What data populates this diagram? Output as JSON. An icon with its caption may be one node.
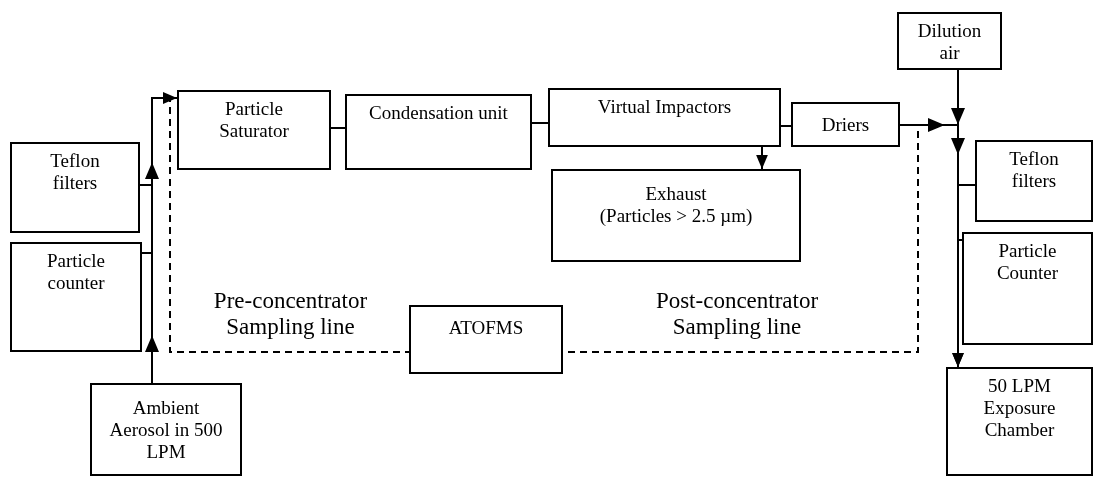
{
  "diagram": {
    "nodes": [
      {
        "text": [
          "Teflon filters"
        ]
      },
      {
        "text": [
          "Particle counter"
        ]
      },
      {
        "text": [
          "Ambient Aerosol in 500 LPM"
        ]
      },
      {
        "text": [
          "Particle Saturator"
        ]
      },
      {
        "text": [
          "Condensation unit"
        ]
      },
      {
        "text": [
          "Virtual Impactors"
        ]
      },
      {
        "text": [
          "Driers"
        ]
      },
      {
        "text": [
          "Exhaust",
          "(Particles > 2.5 µm)"
        ]
      },
      {
        "text": [
          "ATOFMS"
        ]
      },
      {
        "text": [
          "Dilution air"
        ]
      },
      {
        "text": [
          "Teflon filters"
        ]
      },
      {
        "text": [
          "Particle Counter"
        ]
      },
      {
        "text": [
          "50 LPM Exposure Chamber"
        ]
      }
    ],
    "edges": [
      {
        "from": 2,
        "to": 0,
        "arrow": "none"
      },
      {
        "from": 2,
        "to": 1,
        "arrow": "none"
      },
      {
        "from": 2,
        "to": 3,
        "arrow": "to"
      },
      {
        "from": 3,
        "to": 4,
        "arrow": "none"
      },
      {
        "from": 4,
        "to": 5,
        "arrow": "none"
      },
      {
        "from": 5,
        "to": 6,
        "arrow": "none"
      },
      {
        "from": 5,
        "to": 7,
        "arrow": "to"
      },
      {
        "from": 2,
        "to": 8,
        "arrow": "none",
        "style": "dashed"
      },
      {
        "from": 6,
        "to": 8,
        "arrow": "none",
        "style": "dashed"
      },
      {
        "from": 6,
        "to": 10,
        "arrow": "none"
      },
      {
        "from": 6,
        "to": 11,
        "arrow": "none"
      },
      {
        "from": 6,
        "to": 12,
        "arrow": "to"
      },
      {
        "from": 9,
        "to": 12,
        "arrow": "to"
      }
    ],
    "labels": [
      "Pre-concentrator Sampling line",
      "Post-concentrator Sampling line"
    ]
  }
}
